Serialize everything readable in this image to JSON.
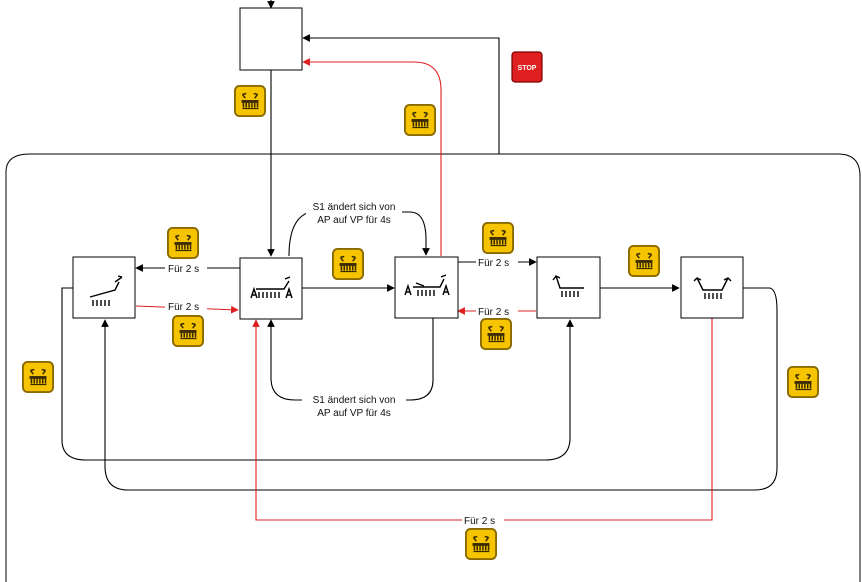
{
  "labels": {
    "fur2s": "Für 2 s",
    "s1_line1": "S1 ändert sich von",
    "s1_line2": "AP auf VP für 4s"
  },
  "stop_button": {
    "label": "STOP",
    "color": "#e02020"
  },
  "colors": {
    "flow_black": "#000000",
    "flow_red": "#e02020",
    "badge_fill": "#f6c400",
    "badge_border": "#8a6a00"
  },
  "states": [
    {
      "id": "top-state",
      "icon": "none"
    },
    {
      "id": "state-1",
      "icon": "implement-raised-tilt-icon"
    },
    {
      "id": "state-2",
      "icon": "implement-lowered-a-icon"
    },
    {
      "id": "state-3",
      "icon": "implement-raised-a-icon"
    },
    {
      "id": "state-4",
      "icon": "implement-tilt-left-icon"
    },
    {
      "id": "state-5",
      "icon": "implement-both-raised-icon"
    }
  ],
  "badges": [
    {
      "id": "badge-1",
      "icon": "hitch-lower-icon"
    },
    {
      "id": "badge-2",
      "icon": "hitch-lower-icon"
    },
    {
      "id": "badge-3",
      "icon": "hitch-lower-icon"
    },
    {
      "id": "badge-4",
      "icon": "hitch-lower-icon"
    },
    {
      "id": "badge-5",
      "icon": "hitch-lower-icon"
    },
    {
      "id": "badge-6",
      "icon": "hitch-lower-icon"
    },
    {
      "id": "badge-7",
      "icon": "hitch-lower-icon"
    },
    {
      "id": "badge-8",
      "icon": "hitch-lower-icon"
    },
    {
      "id": "badge-9",
      "icon": "hitch-lower-icon"
    },
    {
      "id": "badge-10",
      "icon": "hitch-lower-icon"
    },
    {
      "id": "badge-11",
      "icon": "hitch-lower-icon"
    }
  ]
}
